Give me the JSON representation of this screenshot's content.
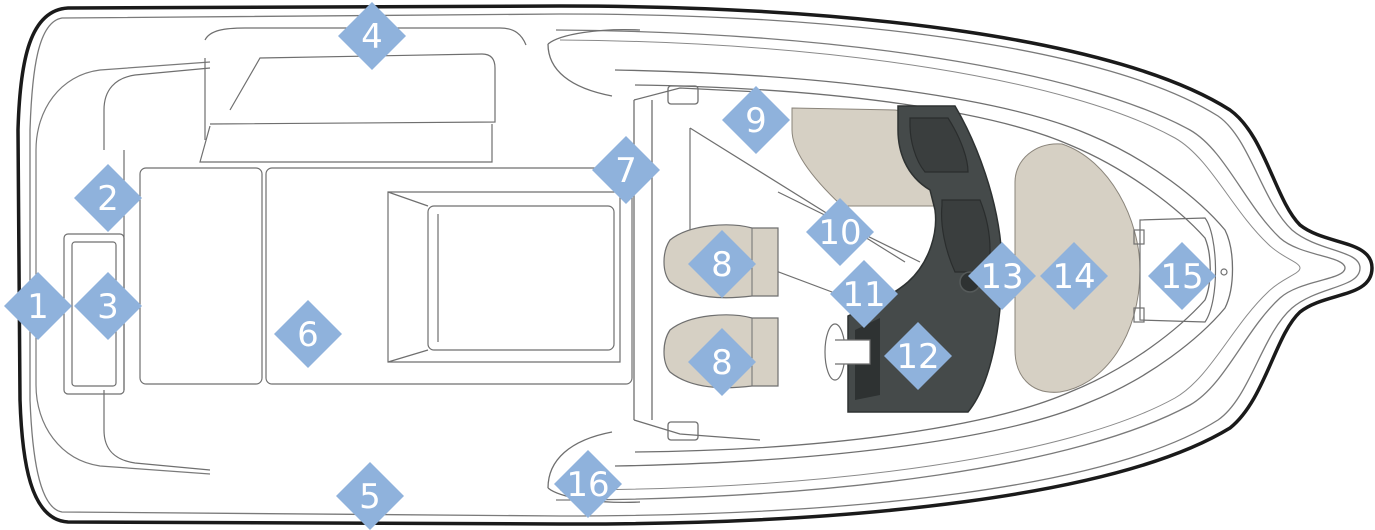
{
  "diagram": {
    "subject": "boat deck layout plan view",
    "colors": {
      "hull_outline": "#1a1a1a",
      "line": "#6f6f6f",
      "cushion": "#d6d0c4",
      "dashboard": "#454a4a",
      "dashboard_detail": "#2e3232",
      "marker_fill": "#8fb2dc",
      "marker_text": "#ffffff"
    },
    "markers": [
      {
        "id": "1",
        "label": "1"
      },
      {
        "id": "2",
        "label": "2"
      },
      {
        "id": "3",
        "label": "3"
      },
      {
        "id": "4",
        "label": "4"
      },
      {
        "id": "5",
        "label": "5"
      },
      {
        "id": "6",
        "label": "6"
      },
      {
        "id": "7",
        "label": "7"
      },
      {
        "id": "8a",
        "label": "8"
      },
      {
        "id": "8b",
        "label": "8"
      },
      {
        "id": "9",
        "label": "9"
      },
      {
        "id": "10",
        "label": "10"
      },
      {
        "id": "11",
        "label": "11"
      },
      {
        "id": "12",
        "label": "12"
      },
      {
        "id": "13",
        "label": "13"
      },
      {
        "id": "14",
        "label": "14"
      },
      {
        "id": "15",
        "label": "15"
      },
      {
        "id": "16",
        "label": "16"
      }
    ]
  }
}
